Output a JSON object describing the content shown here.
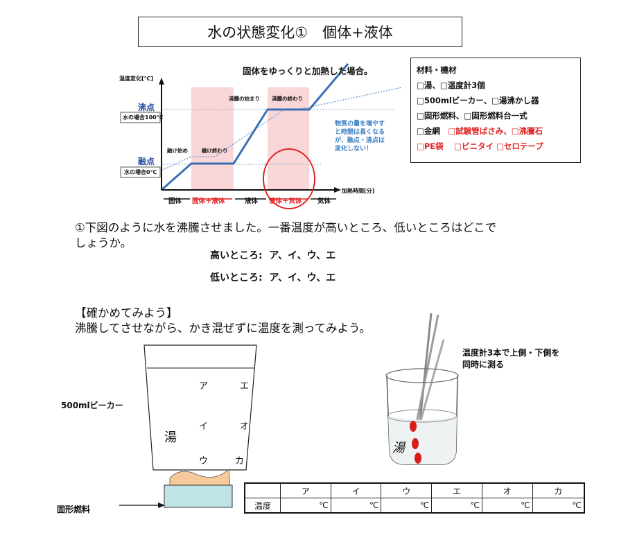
{
  "title": "水の状態変化①　個体+液体",
  "graph": {
    "heading": "固体をゆっくりと加熱した場合。",
    "y_axis_label": "温度変化[℃]",
    "x_axis_label": "加熱時間[分]",
    "boiling_point": "沸点",
    "boiling_water": "水の場合100℃",
    "melting_point": "融点",
    "melting_water": "水の場合0℃",
    "melt_start": "融け始め",
    "melt_end": "融け終わり",
    "boil_start": "沸騰の始まり",
    "boil_end": "沸騰の終わり",
    "note_lines": [
      "物質の量を増やす",
      "と時間は長くなる",
      "が、融点・沸点は",
      "変化しない！"
    ],
    "phases": [
      "固体",
      "固体＋液体",
      "液体",
      "液体＋気体",
      "気体"
    ]
  },
  "materials": {
    "heading": "材料・機材",
    "lines": [
      {
        "text": "□湯、□温度計3個",
        "red": ""
      },
      {
        "text": "□500mlビーカー、□湯沸かし器",
        "red": ""
      },
      {
        "text": "□固形燃料、□固形燃料台一式",
        "red": ""
      },
      {
        "text": "□金網　",
        "red": "□試験管ばさみ、□沸騰石"
      },
      {
        "text": "",
        "red": "□PE袋　 □ビニタイ □セロテープ"
      }
    ]
  },
  "question": {
    "line1": "①下図のように水を沸騰させました。一番温度が高いところ、低いところはどこで",
    "line2": "しょうか。",
    "high_label": "高いところ:",
    "high_options": "ア、イ、ウ、エ",
    "low_label": "低いところ:",
    "low_options": "ア、イ、ウ、エ"
  },
  "try": {
    "heading": "【確かめてみよう】",
    "text": "沸騰してさせながら、かき混ぜずに温度を測ってみよう。"
  },
  "beaker": {
    "label": "500mlビーカー",
    "water": "湯",
    "points": [
      "ア",
      "エ",
      "イ",
      "オ",
      "ウ",
      "カ"
    ],
    "fuel_label": "固形燃料"
  },
  "photo": {
    "note_line1": "温度計3本で上側・下側を",
    "note_line2": "同時に測る",
    "water": "湯"
  },
  "table": {
    "headers": [
      "",
      "ア",
      "イ",
      "ウ",
      "エ",
      "オ",
      "カ"
    ],
    "row_label": "温度",
    "unit": "℃"
  }
}
